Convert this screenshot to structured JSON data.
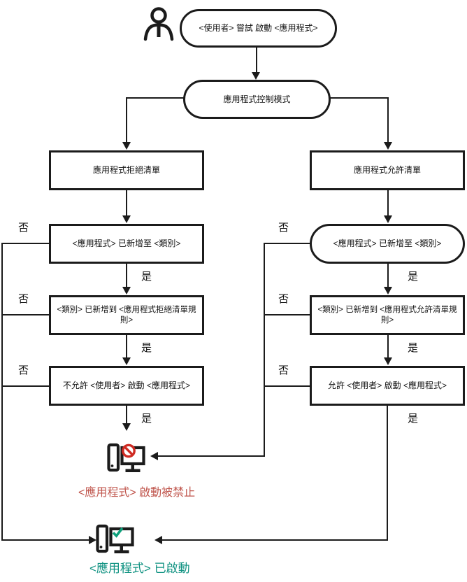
{
  "flowchart": {
    "start": "<使用者> 嘗試 啟動 <應用程式>",
    "mode": "應用程式控制模式",
    "yes": "是",
    "no": "否",
    "denylist": {
      "title": "應用程式拒絕清單",
      "steps": [
        "<應用程式> 已新增至 <類別>",
        "<類別> 已新增到 <應用程式拒絕清單規則>",
        "不允許 <使用者> 啟動 <應用程式>"
      ]
    },
    "allowlist": {
      "title": "應用程式允許清單",
      "steps": [
        "<應用程式> 已新增至 <類別>",
        "<類別> 已新增到 <應用程式允許清單規則>",
        "允許 <使用者> 啟動 <應用程式>"
      ]
    },
    "outcomes": {
      "blocked": "<應用程式> 啟動被禁止",
      "started": "<應用程式> 已啟動"
    },
    "icons": {
      "actor": "person-icon",
      "blocked": "computer-prohibition-icon",
      "started": "computer-check-icon"
    },
    "colors": {
      "line": "#1b1b1b",
      "blocked_text": "#c0564d",
      "blocked_badge": "#cf2b23",
      "started_text": "#0d9180",
      "started_badge": "#0fa17c"
    }
  }
}
